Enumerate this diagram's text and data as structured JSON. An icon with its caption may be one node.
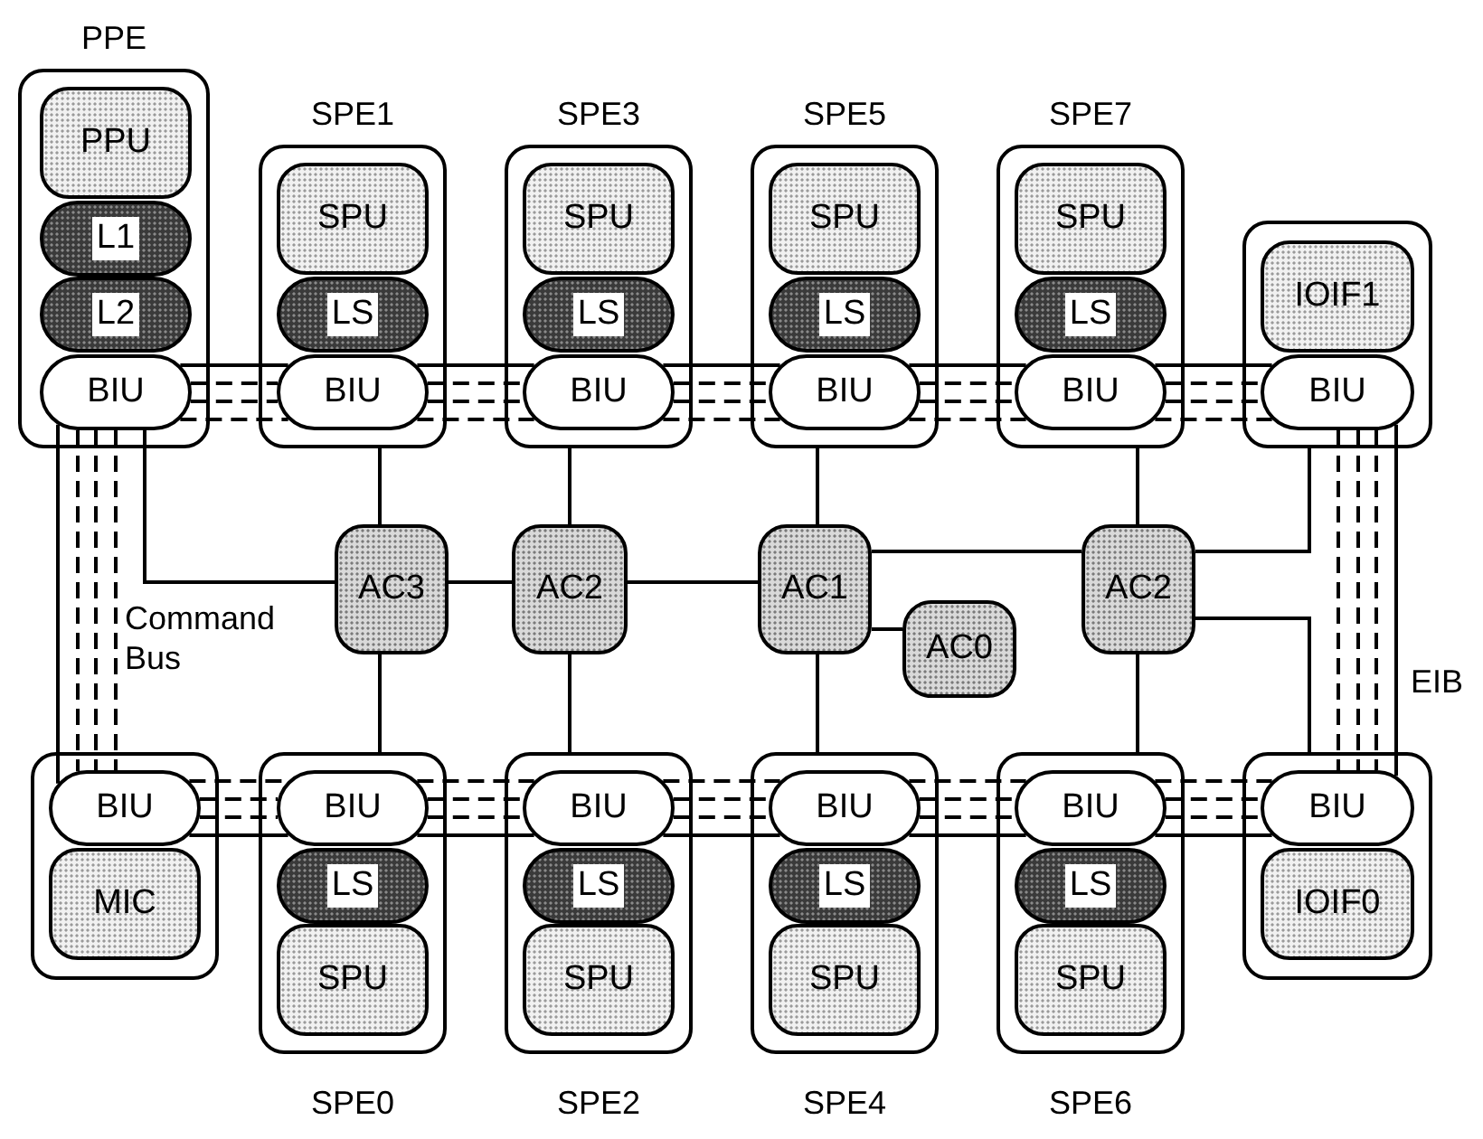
{
  "diagram": {
    "nodes": [
      {
        "text": [
          "PPE"
        ]
      },
      {
        "text": [
          "PPU"
        ],
        "in": 0
      },
      {
        "text": [
          "L1"
        ],
        "in": 0
      },
      {
        "text": [
          "L2"
        ],
        "in": 0
      },
      {
        "text": [
          "BIU"
        ],
        "in": 0
      },
      {
        "text": [
          "SPE1"
        ]
      },
      {
        "text": [
          "SPU"
        ],
        "in": 5
      },
      {
        "text": [
          "LS"
        ],
        "in": 5
      },
      {
        "text": [
          "BIU"
        ],
        "in": 5
      },
      {
        "text": [
          "SPE3"
        ]
      },
      {
        "text": [
          "SPU"
        ],
        "in": 9
      },
      {
        "text": [
          "LS"
        ],
        "in": 9
      },
      {
        "text": [
          "BIU"
        ],
        "in": 9
      },
      {
        "text": [
          "SPE5"
        ]
      },
      {
        "text": [
          "SPU"
        ],
        "in": 13
      },
      {
        "text": [
          "LS"
        ],
        "in": 13
      },
      {
        "text": [
          "BIU"
        ],
        "in": 13
      },
      {
        "text": [
          "SPE7"
        ]
      },
      {
        "text": [
          "SPU"
        ],
        "in": 17
      },
      {
        "text": [
          "LS"
        ],
        "in": 17
      },
      {
        "text": [
          "BIU"
        ],
        "in": 17
      },
      {
        "text": [],
        "shape": "box"
      },
      {
        "text": [
          "IOIF1"
        ],
        "in": 21
      },
      {
        "text": [
          "BIU"
        ],
        "in": 21
      },
      {
        "text": [
          "AC3"
        ]
      },
      {
        "text": [
          "AC2"
        ]
      },
      {
        "text": [
          "AC1"
        ]
      },
      {
        "text": [
          "AC0"
        ]
      },
      {
        "text": [
          "AC2"
        ]
      },
      {
        "text": [],
        "shape": "box"
      },
      {
        "text": [
          "BIU"
        ],
        "in": 29
      },
      {
        "text": [
          "MIC"
        ],
        "in": 29
      },
      {
        "text": [
          "SPE0"
        ]
      },
      {
        "text": [
          "BIU"
        ],
        "in": 32
      },
      {
        "text": [
          "LS"
        ],
        "in": 32
      },
      {
        "text": [
          "SPU"
        ],
        "in": 32
      },
      {
        "text": [
          "SPE2"
        ]
      },
      {
        "text": [
          "BIU"
        ],
        "in": 36
      },
      {
        "text": [
          "LS"
        ],
        "in": 36
      },
      {
        "text": [
          "SPU"
        ],
        "in": 36
      },
      {
        "text": [
          "SPE4"
        ]
      },
      {
        "text": [
          "BIU"
        ],
        "in": 40
      },
      {
        "text": [
          "LS"
        ],
        "in": 40
      },
      {
        "text": [
          "SPU"
        ],
        "in": 40
      },
      {
        "text": [
          "SPE6"
        ]
      },
      {
        "text": [
          "BIU"
        ],
        "in": 44
      },
      {
        "text": [
          "LS"
        ],
        "in": 44
      },
      {
        "text": [
          "SPU"
        ],
        "in": 44
      },
      {
        "text": [],
        "shape": "box"
      },
      {
        "text": [
          "BIU"
        ],
        "in": 48
      },
      {
        "text": [
          "IOIF0"
        ],
        "in": 48
      }
    ],
    "edges": [
      {
        "from": 4,
        "to": 8,
        "arrow": "none"
      },
      {
        "from": 4,
        "to": 8,
        "arrow": "none",
        "style": "dashed"
      },
      {
        "from": 4,
        "to": 8,
        "arrow": "none",
        "style": "dashed"
      },
      {
        "from": 4,
        "to": 8,
        "arrow": "none",
        "style": "dashed"
      },
      {
        "from": 8,
        "to": 12,
        "arrow": "none"
      },
      {
        "from": 8,
        "to": 12,
        "arrow": "none",
        "style": "dashed"
      },
      {
        "from": 8,
        "to": 12,
        "arrow": "none",
        "style": "dashed"
      },
      {
        "from": 8,
        "to": 12,
        "arrow": "none",
        "style": "dashed"
      },
      {
        "from": 12,
        "to": 16,
        "arrow": "none"
      },
      {
        "from": 12,
        "to": 16,
        "arrow": "none",
        "style": "dashed"
      },
      {
        "from": 12,
        "to": 16,
        "arrow": "none",
        "style": "dashed"
      },
      {
        "from": 12,
        "to": 16,
        "arrow": "none",
        "style": "dashed"
      },
      {
        "from": 16,
        "to": 20,
        "arrow": "none"
      },
      {
        "from": 16,
        "to": 20,
        "arrow": "none",
        "style": "dashed"
      },
      {
        "from": 16,
        "to": 20,
        "arrow": "none",
        "style": "dashed"
      },
      {
        "from": 16,
        "to": 20,
        "arrow": "none",
        "style": "dashed"
      },
      {
        "from": 20,
        "to": 23,
        "arrow": "none"
      },
      {
        "from": 20,
        "to": 23,
        "arrow": "none",
        "style": "dashed"
      },
      {
        "from": 20,
        "to": 23,
        "arrow": "none",
        "style": "dashed"
      },
      {
        "from": 20,
        "to": 23,
        "arrow": "none",
        "style": "dashed"
      },
      {
        "from": 23,
        "to": 49,
        "arrow": "none"
      },
      {
        "from": 23,
        "to": 49,
        "arrow": "none",
        "style": "dashed"
      },
      {
        "from": 23,
        "to": 49,
        "arrow": "none",
        "style": "dashed"
      },
      {
        "from": 23,
        "to": 49,
        "arrow": "none",
        "style": "dashed"
      },
      {
        "from": 49,
        "to": 45,
        "arrow": "none"
      },
      {
        "from": 49,
        "to": 45,
        "arrow": "none",
        "style": "dashed"
      },
      {
        "from": 49,
        "to": 45,
        "arrow": "none",
        "style": "dashed"
      },
      {
        "from": 49,
        "to": 45,
        "arrow": "none",
        "style": "dashed"
      },
      {
        "from": 45,
        "to": 41,
        "arrow": "none"
      },
      {
        "from": 45,
        "to": 41,
        "arrow": "none",
        "style": "dashed"
      },
      {
        "from": 45,
        "to": 41,
        "arrow": "none",
        "style": "dashed"
      },
      {
        "from": 45,
        "to": 41,
        "arrow": "none",
        "style": "dashed"
      },
      {
        "from": 41,
        "to": 37,
        "arrow": "none"
      },
      {
        "from": 41,
        "to": 37,
        "arrow": "none",
        "style": "dashed"
      },
      {
        "from": 41,
        "to": 37,
        "arrow": "none",
        "style": "dashed"
      },
      {
        "from": 41,
        "to": 37,
        "arrow": "none",
        "style": "dashed"
      },
      {
        "from": 37,
        "to": 33,
        "arrow": "none"
      },
      {
        "from": 37,
        "to": 33,
        "arrow": "none",
        "style": "dashed"
      },
      {
        "from": 37,
        "to": 33,
        "arrow": "none",
        "style": "dashed"
      },
      {
        "from": 37,
        "to": 33,
        "arrow": "none",
        "style": "dashed"
      },
      {
        "from": 33,
        "to": 30,
        "arrow": "none"
      },
      {
        "from": 33,
        "to": 30,
        "arrow": "none",
        "style": "dashed"
      },
      {
        "from": 33,
        "to": 30,
        "arrow": "none",
        "style": "dashed"
      },
      {
        "from": 33,
        "to": 30,
        "arrow": "none",
        "style": "dashed"
      },
      {
        "from": 30,
        "to": 4,
        "arrow": "none"
      },
      {
        "from": 30,
        "to": 4,
        "arrow": "none",
        "style": "dashed"
      },
      {
        "from": 30,
        "to": 4,
        "arrow": "none",
        "style": "dashed"
      },
      {
        "from": 30,
        "to": 4,
        "arrow": "none",
        "style": "dashed"
      },
      {
        "from": 4,
        "to": 24,
        "arrow": "none"
      },
      {
        "from": 5,
        "to": 24,
        "arrow": "none"
      },
      {
        "from": 24,
        "to": 32,
        "arrow": "none"
      },
      {
        "from": 24,
        "to": 25,
        "arrow": "none"
      },
      {
        "from": 9,
        "to": 25,
        "arrow": "none"
      },
      {
        "from": 25,
        "to": 36,
        "arrow": "none"
      },
      {
        "from": 25,
        "to": 26,
        "arrow": "none"
      },
      {
        "from": 13,
        "to": 26,
        "arrow": "none"
      },
      {
        "from": 26,
        "to": 40,
        "arrow": "none"
      },
      {
        "from": 26,
        "to": 27,
        "arrow": "none"
      },
      {
        "from": 26,
        "to": 28,
        "arrow": "none"
      },
      {
        "from": 17,
        "to": 28,
        "arrow": "none"
      },
      {
        "from": 28,
        "to": 44,
        "arrow": "none"
      },
      {
        "from": 28,
        "to": 21,
        "arrow": "none"
      },
      {
        "from": 28,
        "to": 48,
        "arrow": "none"
      }
    ],
    "labels": [
      "Command Bus",
      "EIB"
    ]
  }
}
